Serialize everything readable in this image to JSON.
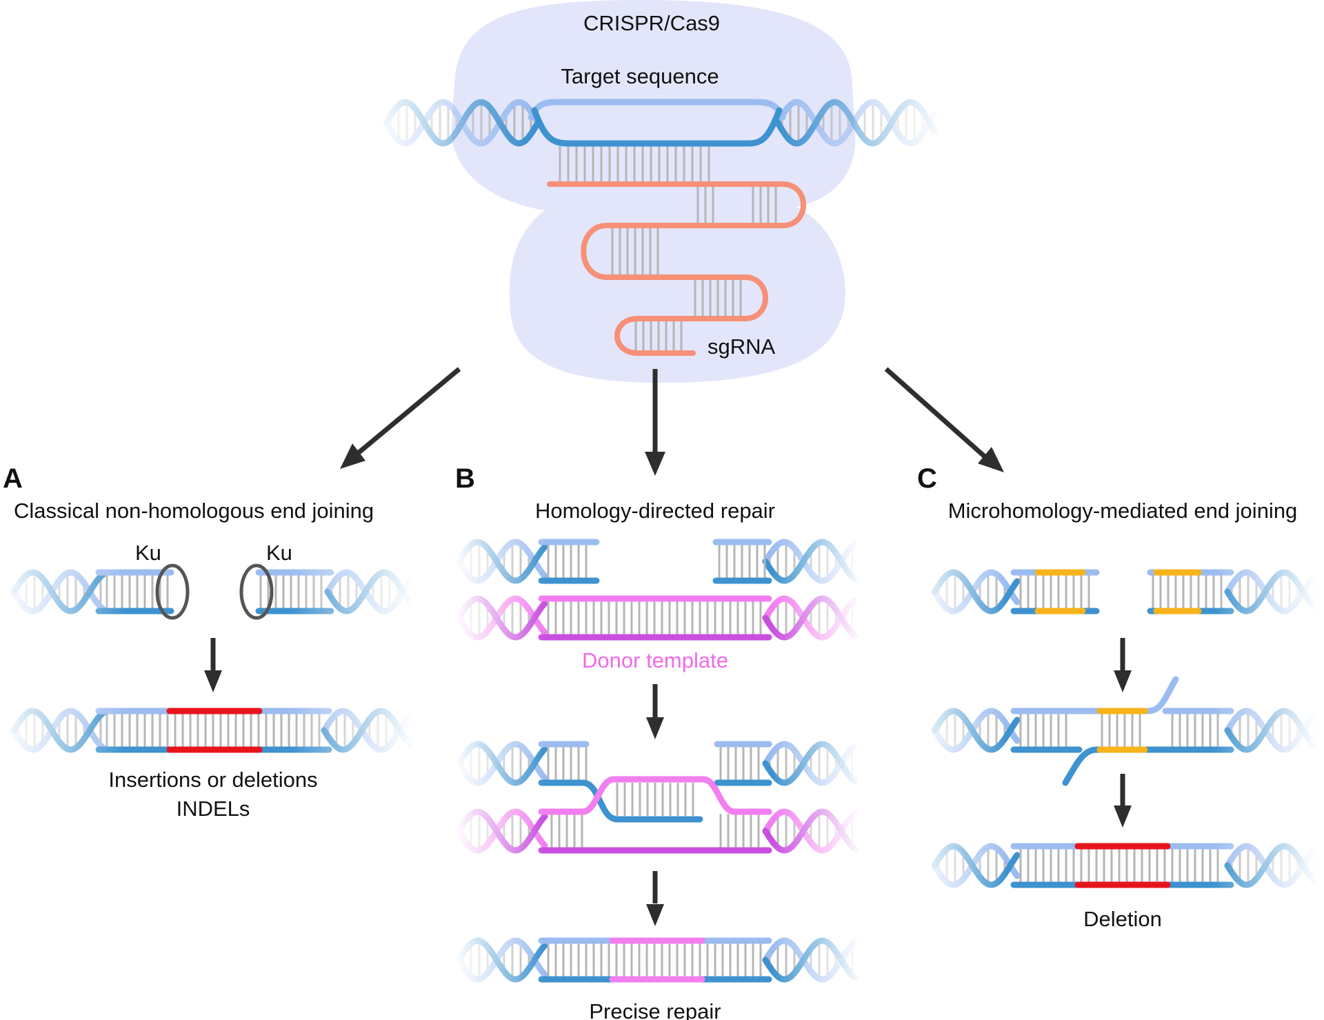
{
  "colors": {
    "cas9": "#e3e6fb",
    "dna_light": "#9bbcf0",
    "dna_dark": "#3e92cf",
    "rung": "#b5b5b5",
    "sgrna": "#f69077",
    "donor_light": "#f27ef0",
    "donor_dark": "#c94fe0",
    "insertion": "#e8141c",
    "microhomology": "#f7b31a",
    "ku_ring": "#555555",
    "arrow": "#2e2e2e"
  },
  "top": {
    "title": "CRISPR/Cas9",
    "target_label": "Target sequence",
    "sgrna_label": "sgRNA"
  },
  "panels": {
    "a": {
      "letter": "A",
      "title": "Classical non-homologous end joining",
      "ku_label": "Ku",
      "result_line1": "Insertions or deletions",
      "result_line2": "INDELs"
    },
    "b": {
      "letter": "B",
      "title": "Homology-directed repair",
      "donor_label": "Donor template",
      "result": "Precise repair"
    },
    "c": {
      "letter": "C",
      "title": "Microhomology-mediated end joining",
      "result": "Deletion"
    }
  }
}
